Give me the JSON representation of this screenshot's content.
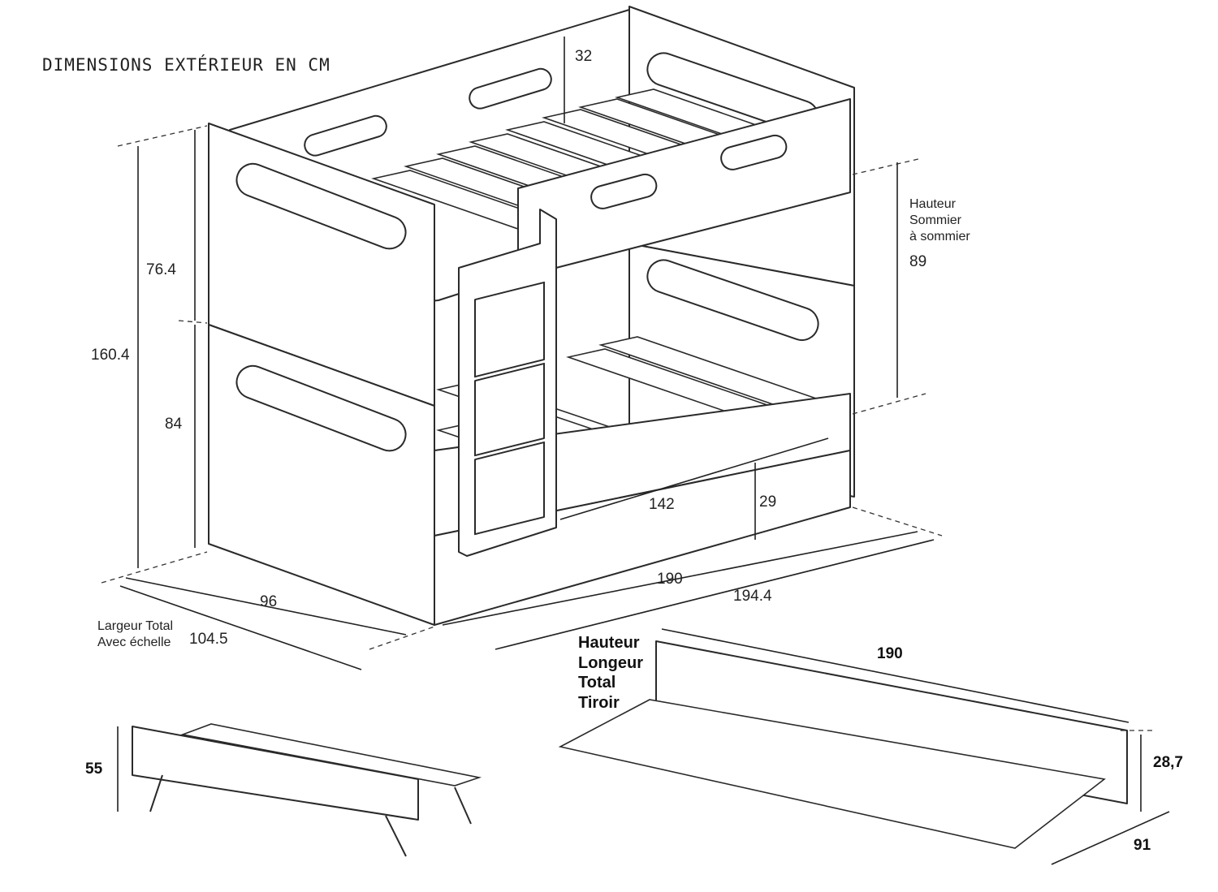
{
  "title": "DIMENSIONS EXTÉRIEUR EN CM",
  "bunk_bed": {
    "top_guard_height": "32",
    "upper_section_height": "76.4",
    "total_height": "160.4",
    "lower_section_height": "84",
    "mattress_to_mattress_label": [
      "Hauteur",
      "Sommier",
      "à sommier"
    ],
    "mattress_to_mattress_value": "89",
    "ladder_clearance": "142",
    "under_bed_clearance": "29",
    "inner_length": "190",
    "total_length": "194.4",
    "width": "96",
    "width_with_ladder_label": [
      "Largeur Total",
      "Avec échelle"
    ],
    "width_with_ladder_value": "104.5"
  },
  "trundle": {
    "extended_height": "55",
    "drawer_label": [
      "Hauteur",
      "Longeur",
      "Total",
      "Tiroir"
    ],
    "drawer_length": "190",
    "drawer_height": "28,7",
    "drawer_width": "91"
  }
}
